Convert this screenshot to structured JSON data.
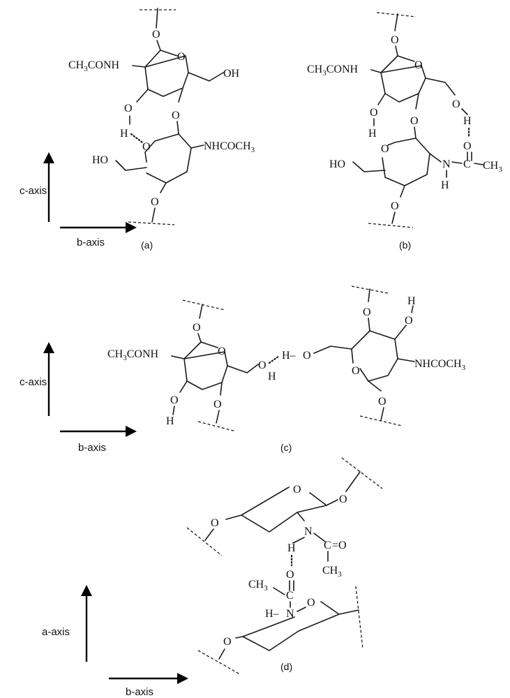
{
  "axes": {
    "c_axis": "c-axis",
    "b_axis": "b-axis",
    "a_axis": "a-axis"
  },
  "panels": {
    "a": {
      "label": "(a)"
    },
    "b": {
      "label": "(b)"
    },
    "c": {
      "label": "(c)"
    },
    "d": {
      "label": "(d)"
    }
  },
  "atoms": {
    "O": "O",
    "H": "H",
    "N": "N",
    "OH": "OH",
    "HO": "HO",
    "H_dash": "H–",
    "eq_O": "=O",
    "CH": "CH",
    "three": "3",
    "CH3CONH_pre": "CH",
    "CH3CONH_post": "CONH",
    "NHCOCH_pre": "NHCOCH"
  }
}
